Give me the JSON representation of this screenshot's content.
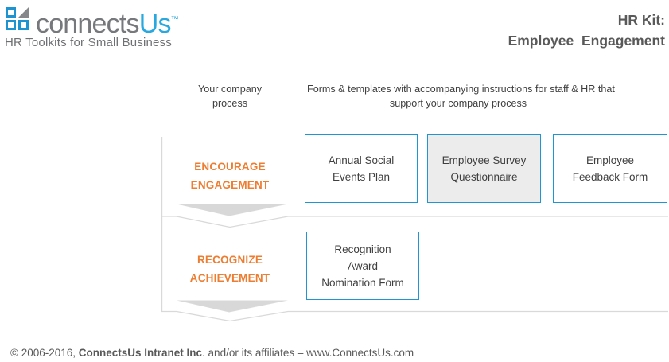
{
  "brand": {
    "wordmark_part1": "connects",
    "wordmark_part2": "Us",
    "trademark": "™",
    "tagline": "HR Toolkits for Small Business"
  },
  "title": {
    "line1": "HR Kit:",
    "line2": "Employee  Engagement"
  },
  "column_headers": {
    "process": {
      "line1": "Your company",
      "line2": "process"
    },
    "forms": {
      "line1": "Forms & templates with accompanying instructions for staff & HR that",
      "line2": "support your company process"
    }
  },
  "rows": [
    {
      "label_line1": "ENCOURAGE",
      "label_line2": "ENGAGEMENT",
      "docs": [
        {
          "line1": "Annual Social",
          "line2": "Events Plan"
        },
        {
          "line1": "Employee Survey",
          "line2": "Questionnaire"
        },
        {
          "line1": "Employee",
          "line2": "Feedback Form"
        }
      ]
    },
    {
      "label_line1": "RECOGNIZE",
      "label_line2": "ACHIEVEMENT",
      "docs": [
        {
          "line1": "Recognition",
          "line2": "Award",
          "line3": "Nomination Form"
        }
      ]
    }
  ],
  "footer": {
    "copyright_prefix": "© 2006-2016, ",
    "company_bold": "ConnectsUs Intranet Inc",
    "suffix": ". and/or its affiliates – www.ConnectsUs.com"
  },
  "colors": {
    "logo_blue": "#29a8df",
    "logo_gray": "#77787b",
    "box_border_blue": "#2095d2",
    "highlight_fill": "#ececec",
    "process_orange": "#ed7d31",
    "flow_line_gray": "#d9d9d9",
    "arrow_fill_gray": "#d8d8d8",
    "text_dark": "#404040",
    "text_gray": "#595959"
  }
}
